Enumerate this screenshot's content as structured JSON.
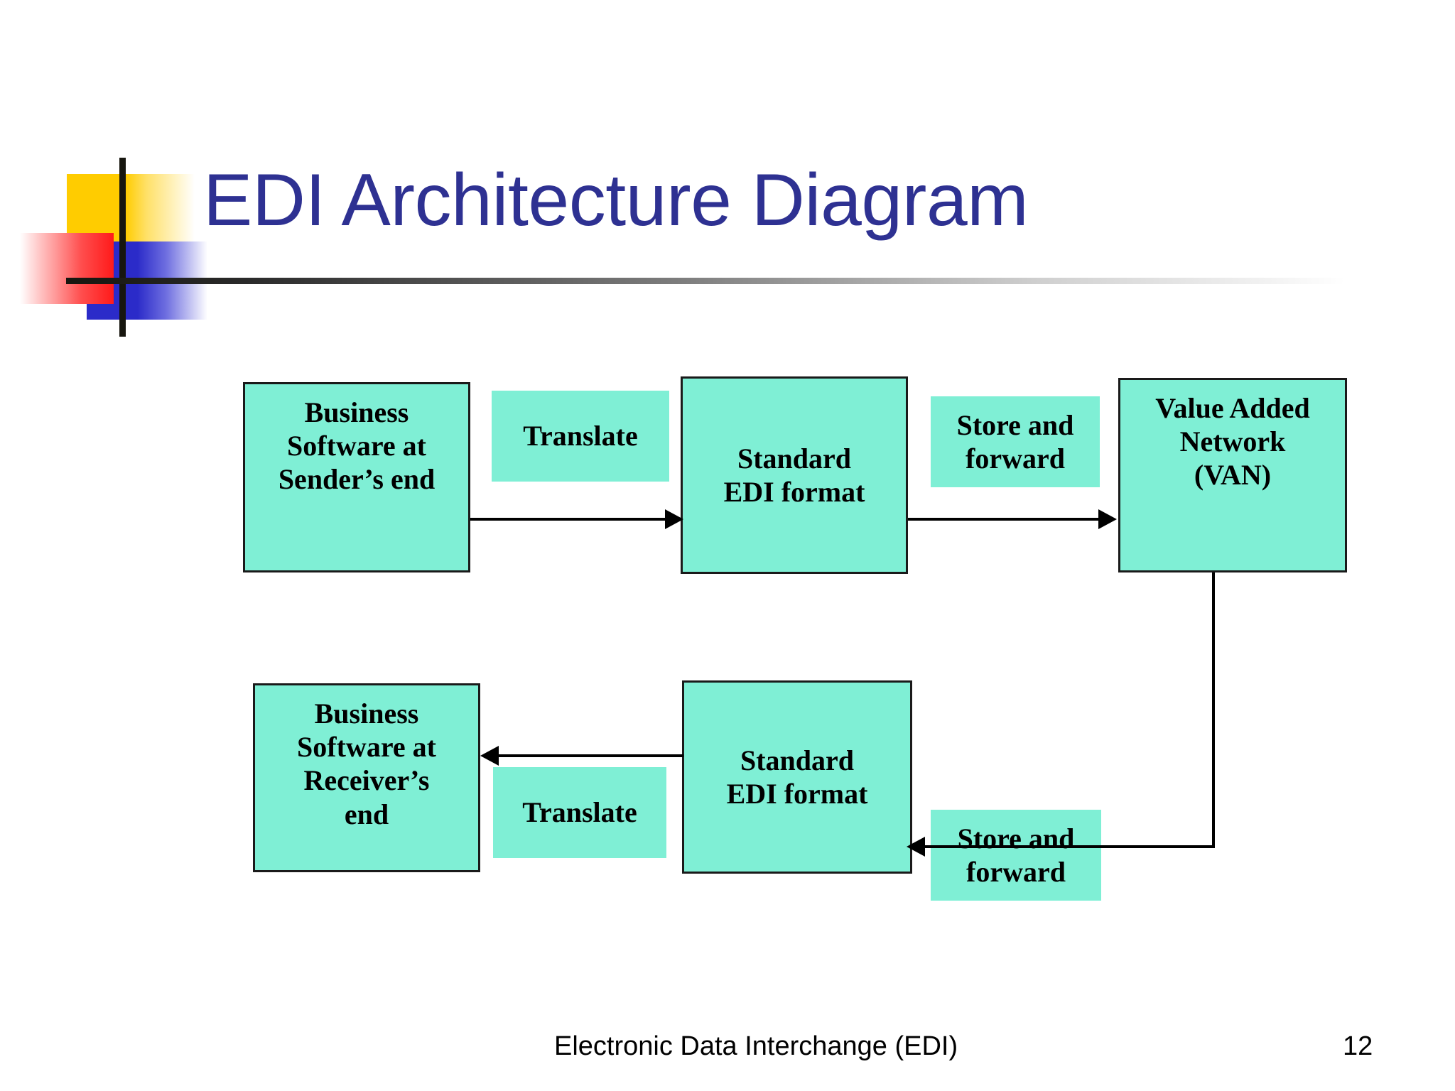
{
  "slide": {
    "title": "EDI Architecture Diagram",
    "title_color": "#2E3192",
    "background_color": "#FFFFFF",
    "footer_text": "Electronic Data Interchange (EDI)",
    "page_number": "12"
  },
  "logo": {
    "yellow_color": "#FFCC00",
    "blue_color": "#2B2BC9",
    "red_color": "#FF1A1A",
    "line_color": "#17160F"
  },
  "diagram": {
    "node_fill": "#7FEFD5",
    "node_border": "#1A1A1A",
    "nodes": [
      {
        "id": "sender-software",
        "label": "Business\nSoftware at\nSender’s end"
      },
      {
        "id": "translate-top",
        "label": "Translate"
      },
      {
        "id": "std-edi-top",
        "label": "Standard\nEDI format"
      },
      {
        "id": "store-forward-top",
        "label": "Store and\nforward"
      },
      {
        "id": "van",
        "label": "Value Added\nNetwork\n(VAN)"
      },
      {
        "id": "receiver-software",
        "label": "Business\nSoftware at\nReceiver’s\nend"
      },
      {
        "id": "translate-bottom",
        "label": "Translate"
      },
      {
        "id": "std-edi-bottom",
        "label": "Standard\nEDI format"
      },
      {
        "id": "store-forward-bottom",
        "label": "Store and\nforward"
      }
    ],
    "connectors": [
      {
        "from": "sender-software",
        "to": "std-edi-top",
        "direction": "right"
      },
      {
        "from": "std-edi-top",
        "to": "van",
        "direction": "right"
      },
      {
        "from": "van",
        "to": "std-edi-bottom",
        "direction": "down-left"
      },
      {
        "from": "std-edi-bottom",
        "to": "receiver-software",
        "direction": "left"
      }
    ]
  }
}
